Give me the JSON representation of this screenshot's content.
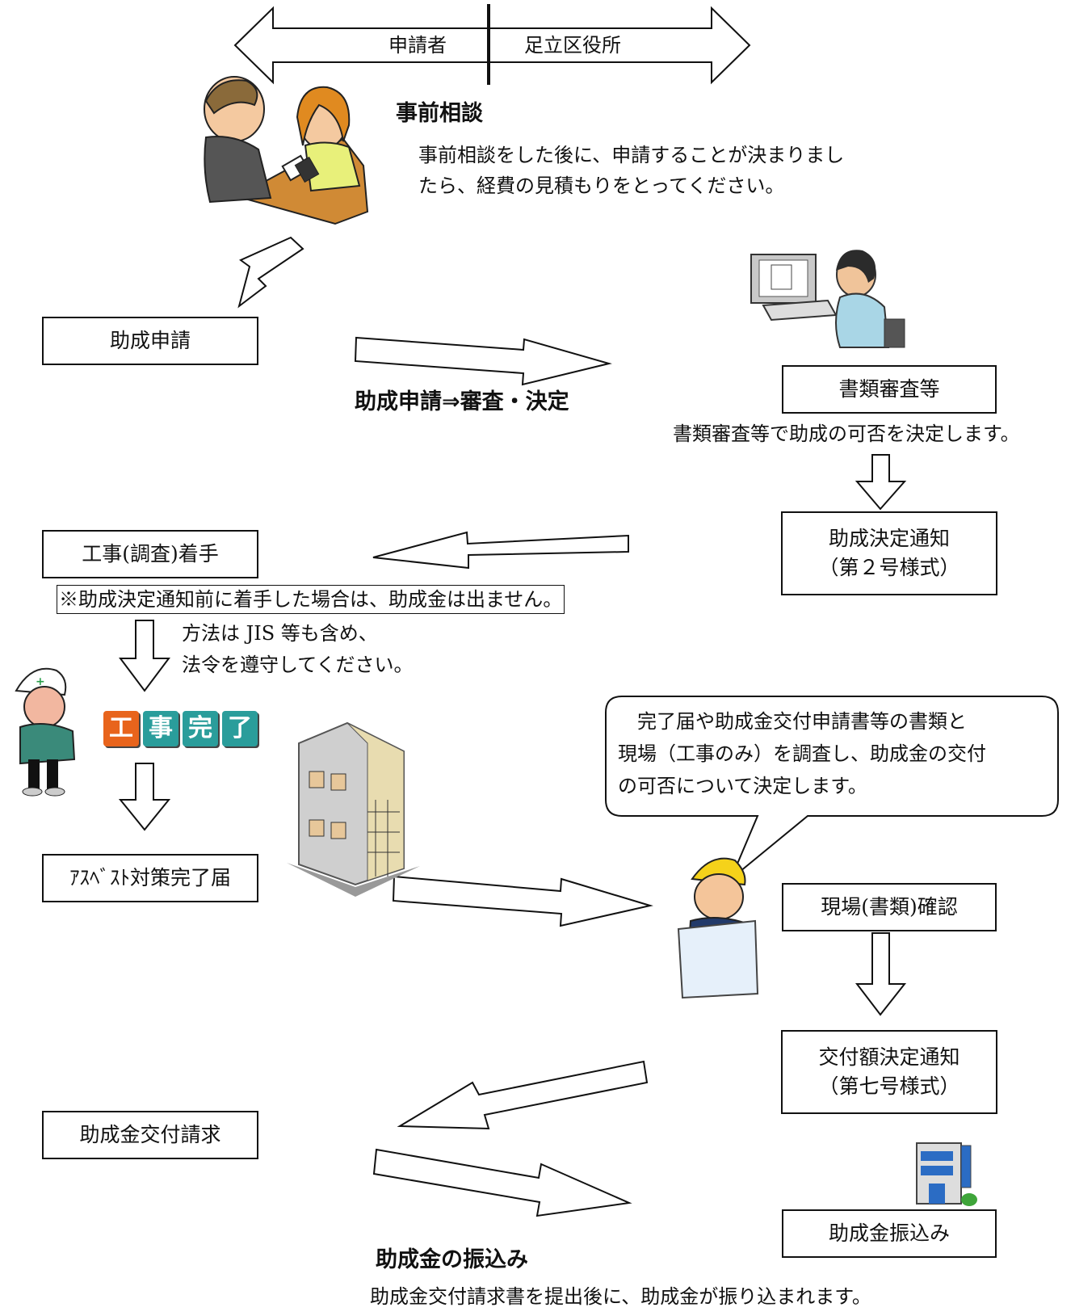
{
  "header": {
    "left_label": "申請者",
    "right_label": "足立区役所"
  },
  "consultation": {
    "title": "事前相談",
    "line1": "事前相談をした後に、申請することが決まりまし",
    "line2": "たら、経費の見積もりをとってください。"
  },
  "steps": {
    "application": "助成申請",
    "review": "書類審査等",
    "decision_line1": "助成決定通知",
    "decision_line2": "（第２号様式）",
    "start": "工事(調査)着手",
    "report": "ｱｽﾍﾞｽﾄ対策完了届",
    "inspection": "現場(書類)確認",
    "grant_line1": "交付額決定通知",
    "grant_line2": "（第七号様式）",
    "request": "助成金交付請求",
    "transfer": "助成金振込み"
  },
  "labels": {
    "application_flow": "助成申請⇒審査・決定",
    "review_note": "書類審査等で助成の可否を決定します。",
    "start_warning": "※助成決定通知前に着手した場合は、助成金は出ません。",
    "method_line1": "方法は JIS 等も含め、",
    "method_line2": "法令を遵守してください。",
    "speech_line1": "　完了届や助成金交付申請書等の書類と",
    "speech_line2": "現場（工事のみ）を調査し、助成金の交付",
    "speech_line3": "の可否について決定します。",
    "transfer_title": "助成金の振込み",
    "transfer_note": "助成金交付請求書を提出後に、助成金が振り込まれます。"
  },
  "completion_tiles": [
    "工",
    "事",
    "完",
    "了"
  ],
  "icons": [
    "consultation-illustration",
    "computer-worker-illustration",
    "construction-worker-icon",
    "building-illustration",
    "inspector-illustration",
    "bank-building-icon"
  ],
  "colors": {
    "tile_orange": "#e8641c",
    "tile_teal": "#2a9d9b",
    "bank_blue": "#2b6cc4"
  }
}
